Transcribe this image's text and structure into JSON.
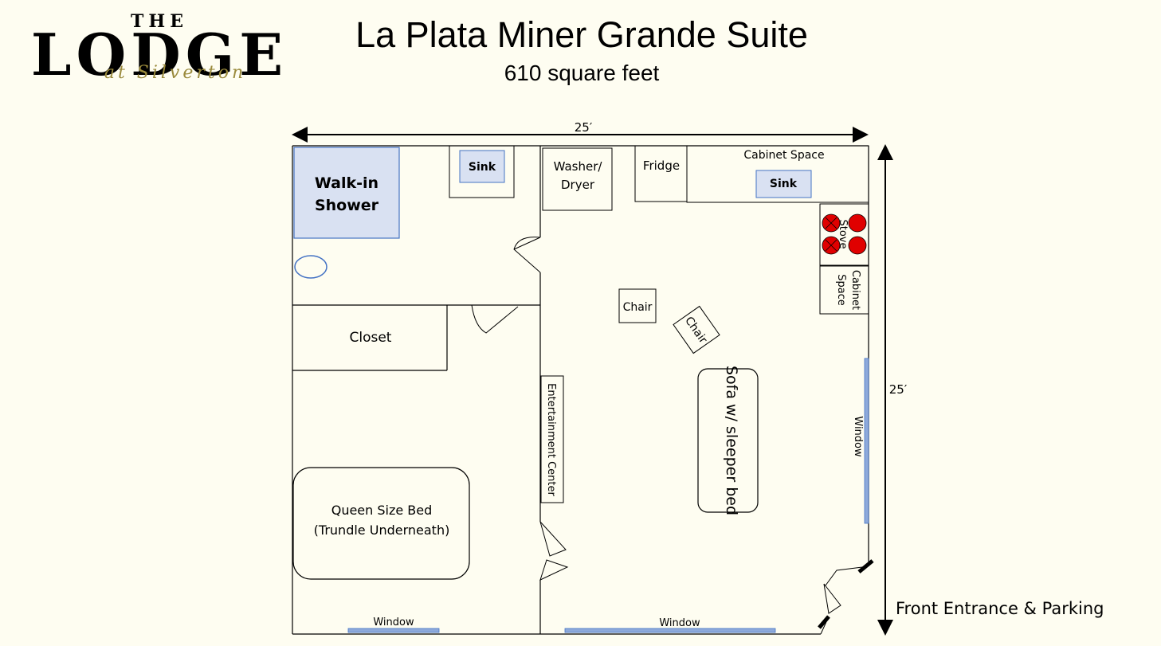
{
  "logo": {
    "top": "THE",
    "main": "LODGE",
    "script": "at Silverton"
  },
  "title": "La Plata Miner Grande Suite",
  "subtitle": "610 square feet",
  "dimensions": {
    "width": "25′",
    "height": "25′"
  },
  "rooms": {
    "shower": [
      "Walk-in",
      "Shower"
    ],
    "bath_sink": "Sink",
    "washer": [
      "Washer/",
      "Dryer"
    ],
    "fridge": "Fridge",
    "cabinet_top": "Cabinet Space",
    "kitchen_sink": "Sink",
    "stove": "Stove",
    "cabinet_side": [
      "Cabinet",
      "Space"
    ],
    "closet": "Closet",
    "chair1": "Chair",
    "chair2": "Chair",
    "entertainment": "Entertainment Center",
    "sofa": "Sofa w/ sleeper bed",
    "bed": [
      "Queen Size Bed",
      "(Trundle Underneath)"
    ],
    "window_right": "Window",
    "window_bottom_left": "Window",
    "window_bottom_right": "Window"
  },
  "entrance": "Front Entrance & Parking",
  "colors": {
    "background": "#fefdf1",
    "fixture_fill": "#d9e1f2",
    "fixture_stroke": "#4472c4",
    "window": "#8eaadb",
    "burner": "#e00000"
  }
}
